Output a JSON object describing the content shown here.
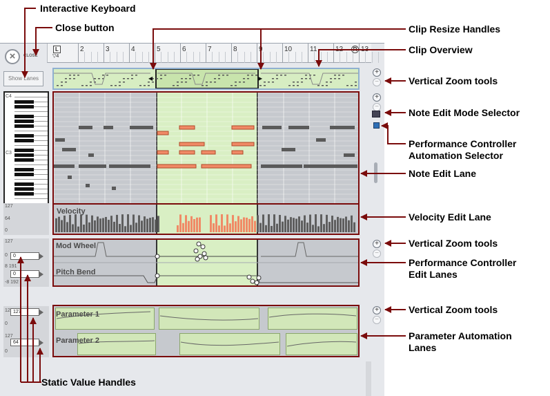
{
  "ruler": {
    "bars": [
      "2",
      "3",
      "4",
      "5",
      "6",
      "7",
      "8",
      "9",
      "10",
      "11",
      "12",
      "13"
    ],
    "left_locator": "L",
    "right_locator": "R",
    "start_marker": "4"
  },
  "window": {
    "close_label": "CLOSE",
    "keyboard_button_label": "Show Lanes",
    "octave_labels": [
      "C4",
      "C3"
    ]
  },
  "lanes": {
    "velocity": {
      "label": "Velocity",
      "scale": [
        "127",
        "64",
        "0"
      ]
    },
    "mod_wheel": {
      "label": "Mod Wheel",
      "scale": [
        "127",
        "0"
      ],
      "handle_value": "0"
    },
    "pitch_bend": {
      "label": "Pitch Bend",
      "scale": [
        "8 191",
        "-8 192"
      ],
      "handle_value": "0"
    },
    "parameter1": {
      "label": "Parameter 1",
      "scale": [
        "127",
        "0"
      ],
      "handle_value": "127"
    },
    "parameter2": {
      "label": "Parameter 2",
      "scale": [
        "127",
        "0"
      ],
      "handle_value": "64"
    }
  },
  "callouts": {
    "interactive_keyboard": "Interactive Keyboard",
    "close_button": "Close button",
    "clip_resize_handles": "Clip Resize Handles",
    "clip_overview": "Clip Overview",
    "vertical_zoom_1": "Vertical Zoom tools",
    "note_edit_mode_selector": "Note Edit Mode Selector",
    "perf_controller_selector_1": "Performance Controller",
    "perf_controller_selector_2": "Automation Selector",
    "note_edit_lane": "Note Edit Lane",
    "velocity_edit_lane": "Velocity Edit Lane",
    "vertical_zoom_2": "Vertical Zoom tools",
    "perf_controller_edit_1": "Performance Controller",
    "perf_controller_edit_2": "Edit Lanes",
    "vertical_zoom_3": "Vertical Zoom tools",
    "param_automation_1": "Parameter Automation",
    "param_automation_2": "Lanes",
    "static_value_handles": "Static Value Handles"
  },
  "colors": {
    "callout_arrow": "#7a0b0b",
    "clip_highlight": "#d9efc4",
    "note_selected": "#f08a66",
    "note_normal": "#5a5a5a",
    "automation_clip": "#d2e7b9"
  },
  "icons": [
    "close-icon",
    "zoom-in-icon",
    "zoom-out-icon",
    "note-edit-mode-icon",
    "controller-selector-icon"
  ]
}
